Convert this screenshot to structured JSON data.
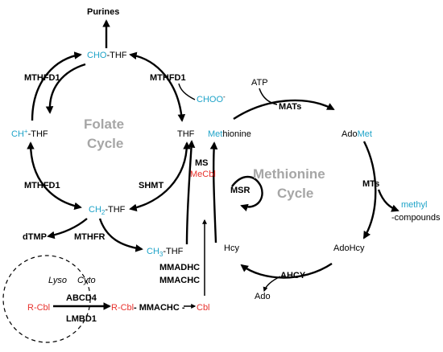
{
  "folate_cycle": {
    "title_line1": "Folate",
    "title_line2": "Cycle",
    "purines": "Purines",
    "cho_thf": {
      "blue": "CHO",
      "black": "-THF"
    },
    "choo": {
      "text": "CHOO",
      "sup": "-"
    },
    "ch_thf": {
      "blue": "CH",
      "sup": "+",
      "black": "-THF"
    },
    "ch2_thf": {
      "blue": "CH",
      "sub": "2",
      "black": "-THF"
    },
    "ch3_thf": {
      "blue": "CH",
      "sub": "3",
      "black": "-THF"
    },
    "thf": "THF",
    "dtmp": "dTMP",
    "enzymes": {
      "mthfd1_top_left": "MTHFD1",
      "mthfd1_top_right": "MTHFD1",
      "mthfd1_bottom_left": "MTHFD1",
      "shmt": "SHMT",
      "mthfr": "MTHFR"
    }
  },
  "methionine_cycle": {
    "title_line1": "Methionine",
    "title_line2": "Cycle",
    "atp": "ATP",
    "mats": "MATs",
    "methionine": {
      "blue": "Met",
      "black": "hionine"
    },
    "adomet": {
      "black": "Ado",
      "blue": "Met"
    },
    "mts": "MTs",
    "methyl_compounds": {
      "blue": "methyl",
      "black": "-compounds"
    },
    "adohcy": "AdoHcy",
    "ahcy": "AHCY",
    "ado": "Ado",
    "hcy": "Hcy",
    "ms": "MS",
    "mecbl": "MeCbl",
    "msr": "MSR"
  },
  "cobalamin": {
    "lyso": "Lyso",
    "cyto": "Cyto",
    "r_cbl_left": "R-Cbl",
    "r_cbl_right": "R-Cbl",
    "cbl": "Cbl",
    "abcd4": "ABCD4",
    "lmbd1": "LMBD1",
    "mmachc_inline": "- MMACHC -",
    "mmadhc": "MMADHC",
    "mmachc": "MMACHC"
  },
  "colors": {
    "substrate_blue": "#1ea3c8",
    "cobalamin_red": "#e8322d",
    "cycle_title_gray": "#a6a6a6",
    "arrow": "#000000"
  }
}
